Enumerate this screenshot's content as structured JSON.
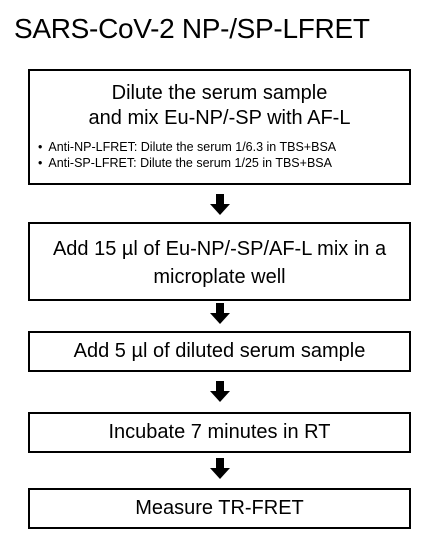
{
  "title": "SARS-CoV-2 NP-/SP-LFRET",
  "steps": [
    {
      "lines": [
        "Dilute the serum sample",
        "and mix Eu-NP/-SP with AF-L"
      ],
      "bullets": [
        "Anti-NP-LFRET: Dilute the serum 1/6.3 in TBS+BSA",
        "Anti-SP-LFRET: Dilute the serum 1/25 in TBS+BSA"
      ]
    },
    {
      "lines": [
        "Add 15 µl of Eu-NP/-SP/AF-L mix in a",
        "microplate well"
      ]
    },
    {
      "lines": [
        "Add 5 µl of diluted serum sample"
      ]
    },
    {
      "lines": [
        "Incubate 7 minutes in RT"
      ]
    },
    {
      "lines": [
        "Measure TR-FRET"
      ]
    }
  ],
  "arrow_icon": "down-arrow-icon"
}
